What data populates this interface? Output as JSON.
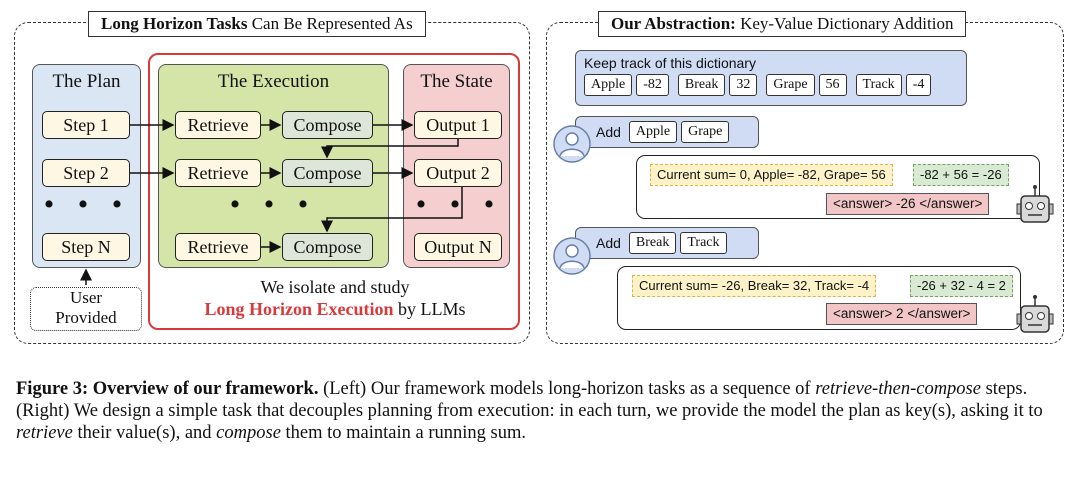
{
  "left_panel": {
    "title_bold": "Long Horizon Tasks",
    "title_rest": "Can Be Represented As",
    "plan": {
      "title": "The Plan",
      "steps": [
        "Step 1",
        "Step 2",
        "Step N"
      ],
      "dots": "• • •"
    },
    "execution": {
      "title": "The Execution",
      "retrieve": "Retrieve",
      "compose": "Compose",
      "dots": "• • •"
    },
    "state": {
      "title": "The State",
      "outputs": [
        "Output 1",
        "Output 2",
        "Output N"
      ],
      "dots": "• • •"
    },
    "user_provided": "User Provided",
    "isolate_line1": "We isolate and study",
    "isolate_highlight": "Long Horizon Execution",
    "isolate_suffix": "by LLMs"
  },
  "right_panel": {
    "title_bold": "Our Abstraction:",
    "title_rest": "Key-Value Dictionary Addition",
    "dict_label": "Keep track of this dictionary",
    "dict_items": [
      {
        "key": "Apple",
        "value": "-82"
      },
      {
        "key": "Break",
        "value": "32"
      },
      {
        "key": "Grape",
        "value": "56"
      },
      {
        "key": "Track",
        "value": "-4"
      }
    ],
    "turns": [
      {
        "add_label": "Add",
        "keys": [
          "Apple",
          "Grape"
        ],
        "reasoning": "Current sum= 0, Apple= -82, Grape= 56",
        "calc": "-82 + 56 = -26",
        "answer": "<answer> -26 </answer>"
      },
      {
        "add_label": "Add",
        "keys": [
          "Break",
          "Track"
        ],
        "reasoning": "Current sum= -26, Break= 32, Track= -4",
        "calc": "-26 + 32 - 4 = 2",
        "answer": "<answer> 2 </answer>"
      }
    ]
  },
  "caption": {
    "label": "Figure 3:",
    "title": "Overview of our framework.",
    "text1": "(Left) Our framework models long-horizon tasks as a sequence of",
    "italic1": "retrieve-then-compose",
    "text2": "steps. (Right) We design a simple task that decouples planning from execution: in each turn, we provide the model the plan as key(s), asking it to",
    "italic2": "retrieve",
    "text3": "their value(s), and",
    "italic3": "compose",
    "text4": "them to maintain a running sum."
  },
  "colors": {
    "plan_bg": "#dbe6f5",
    "execution_bg": "#d5e5a8",
    "state_bg": "#f5cfd0",
    "highlight_red": "#d63a3a",
    "yellow_note": "#fdf2c8",
    "green_note": "#d9ead3",
    "answer_pink": "#f2c6c6",
    "dict_blue": "#cfdcf3"
  }
}
